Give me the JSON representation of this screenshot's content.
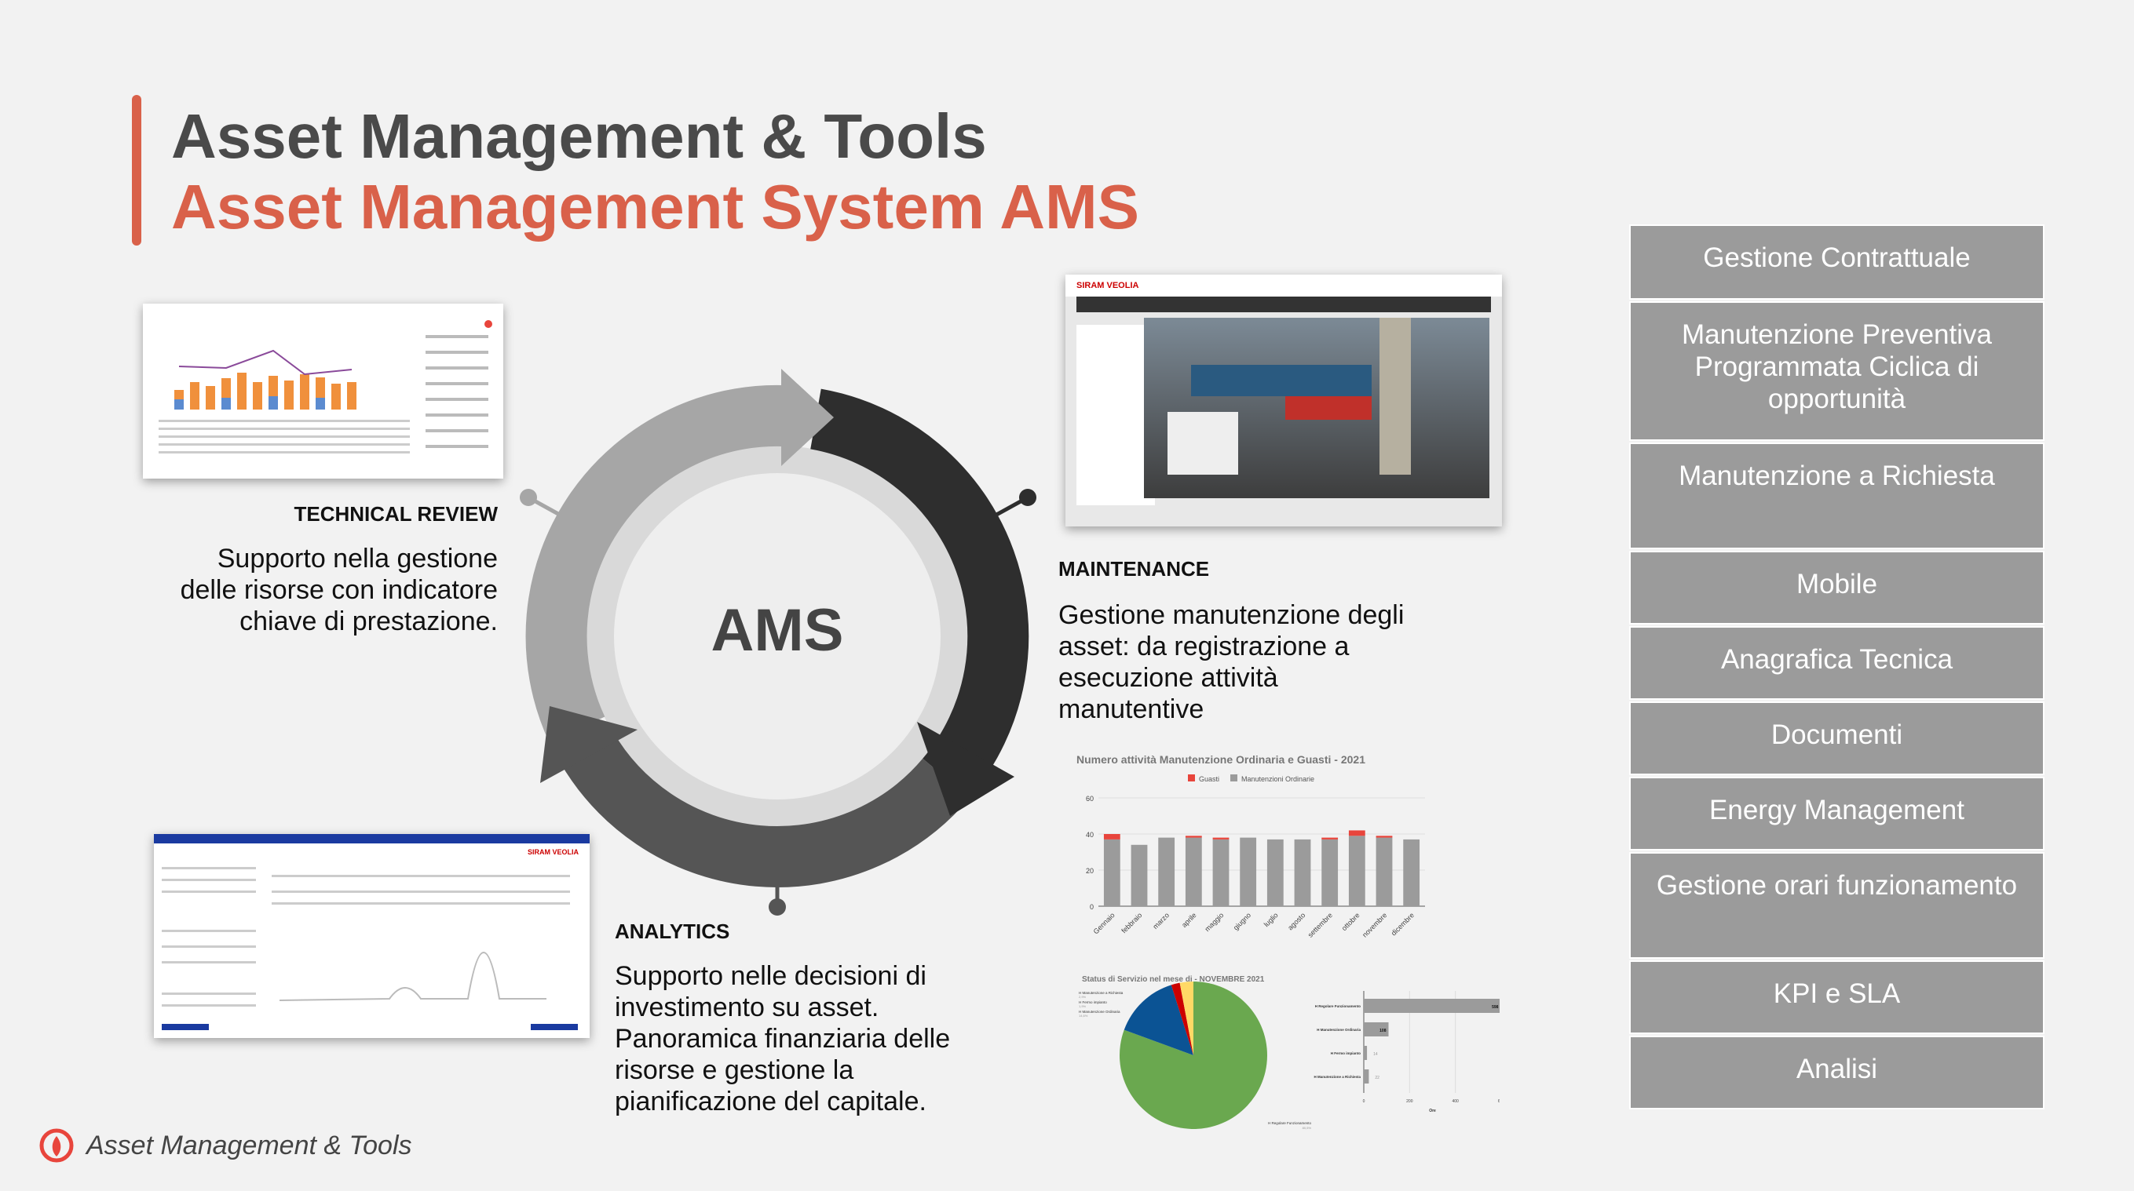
{
  "header": {
    "title": "Asset Management & Tools",
    "subtitle": "Asset Management System AMS"
  },
  "cycle": {
    "center_label": "AMS",
    "colors": {
      "light": "#a6a6a6",
      "dark": "#2e2e2e",
      "medium": "#555555"
    }
  },
  "sections": {
    "technical_review": {
      "label": "TECHNICAL REVIEW",
      "description": "Supporto nella gestione delle risorse con indicatore chiave di prestazione."
    },
    "maintenance": {
      "label": "MAINTENANCE",
      "description": "Gestione manutenzione degli asset: da registrazione a esecuzione attività manutentive"
    },
    "analytics": {
      "label": "ANALYTICS",
      "description": "Supporto nelle decisioni di investimento su asset. Panoramica finanziaria delle risorse e gestione la pianificazione del capitale."
    }
  },
  "menu": [
    {
      "label": "Gestione Contrattuale"
    },
    {
      "label": "Manutenzione Preventiva Programmata Ciclica di opportunità"
    },
    {
      "label": "Manutenzione a Richiesta"
    },
    {
      "label": "Mobile"
    },
    {
      "label": "Anagrafica Tecnica"
    },
    {
      "label": "Documenti"
    },
    {
      "label": "Energy Management"
    },
    {
      "label": "Gestione orari funzionamento"
    },
    {
      "label": "KPI e SLA"
    },
    {
      "label": "Analisi"
    }
  ],
  "screens": {
    "maintenance_brand": "SIRAM VEOLIA",
    "analytics_brand": "SIRAM VEOLIA"
  },
  "chart_data": [
    {
      "type": "bar",
      "title": "Numero attività Manutenzione Ordinaria e Guasti - 2021",
      "categories": [
        "Gennaio",
        "febbraio",
        "marzo",
        "aprile",
        "maggio",
        "giugno",
        "luglio",
        "agosto",
        "settembre",
        "ottobre",
        "novembre",
        "dicembre"
      ],
      "series": [
        {
          "name": "Guasti",
          "color": "#e8453c",
          "values": [
            3,
            0,
            0,
            1,
            1,
            0,
            0,
            0,
            1,
            3,
            1,
            0
          ]
        },
        {
          "name": "Manutenzioni Ordinarie",
          "color": "#9b9b9b",
          "values": [
            37,
            34,
            38,
            38,
            37,
            38,
            37,
            37,
            37,
            39,
            38,
            37
          ]
        }
      ],
      "ylim": [
        0,
        60
      ],
      "yticks": [
        0,
        20,
        40,
        60
      ],
      "stacked": true,
      "legend": "top"
    },
    {
      "type": "pie",
      "title": "Status di Servizio nel mese di - NOVEMBRE 2021",
      "slices": [
        {
          "label": "H Regolare Funzionamento",
          "value": 598,
          "pct": "80,5%",
          "color": "#6aa84f"
        },
        {
          "label": "H Manutenzione Ordinaria",
          "value": 108,
          "pct": "14,6%",
          "color": "#0b5394"
        },
        {
          "label": "H Fermo impianto",
          "value": 14,
          "pct": "1,9%",
          "color": "#cc0000"
        },
        {
          "label": "H Manutenzione a Richiesta",
          "value": 22,
          "pct": "2,9%",
          "color": "#ffd966"
        }
      ]
    },
    {
      "type": "bar",
      "orientation": "horizontal",
      "xlabel": "Ore",
      "xticks": [
        0,
        200,
        400,
        600
      ],
      "categories": [
        "H Regolare Funzionamento",
        "H Manutenzione Ordinaria",
        "H Fermo impianto",
        "H Manutenzione a Richiesta"
      ],
      "values": [
        598,
        108,
        14,
        22
      ]
    }
  ],
  "footer": {
    "text": "Asset Management & Tools"
  }
}
